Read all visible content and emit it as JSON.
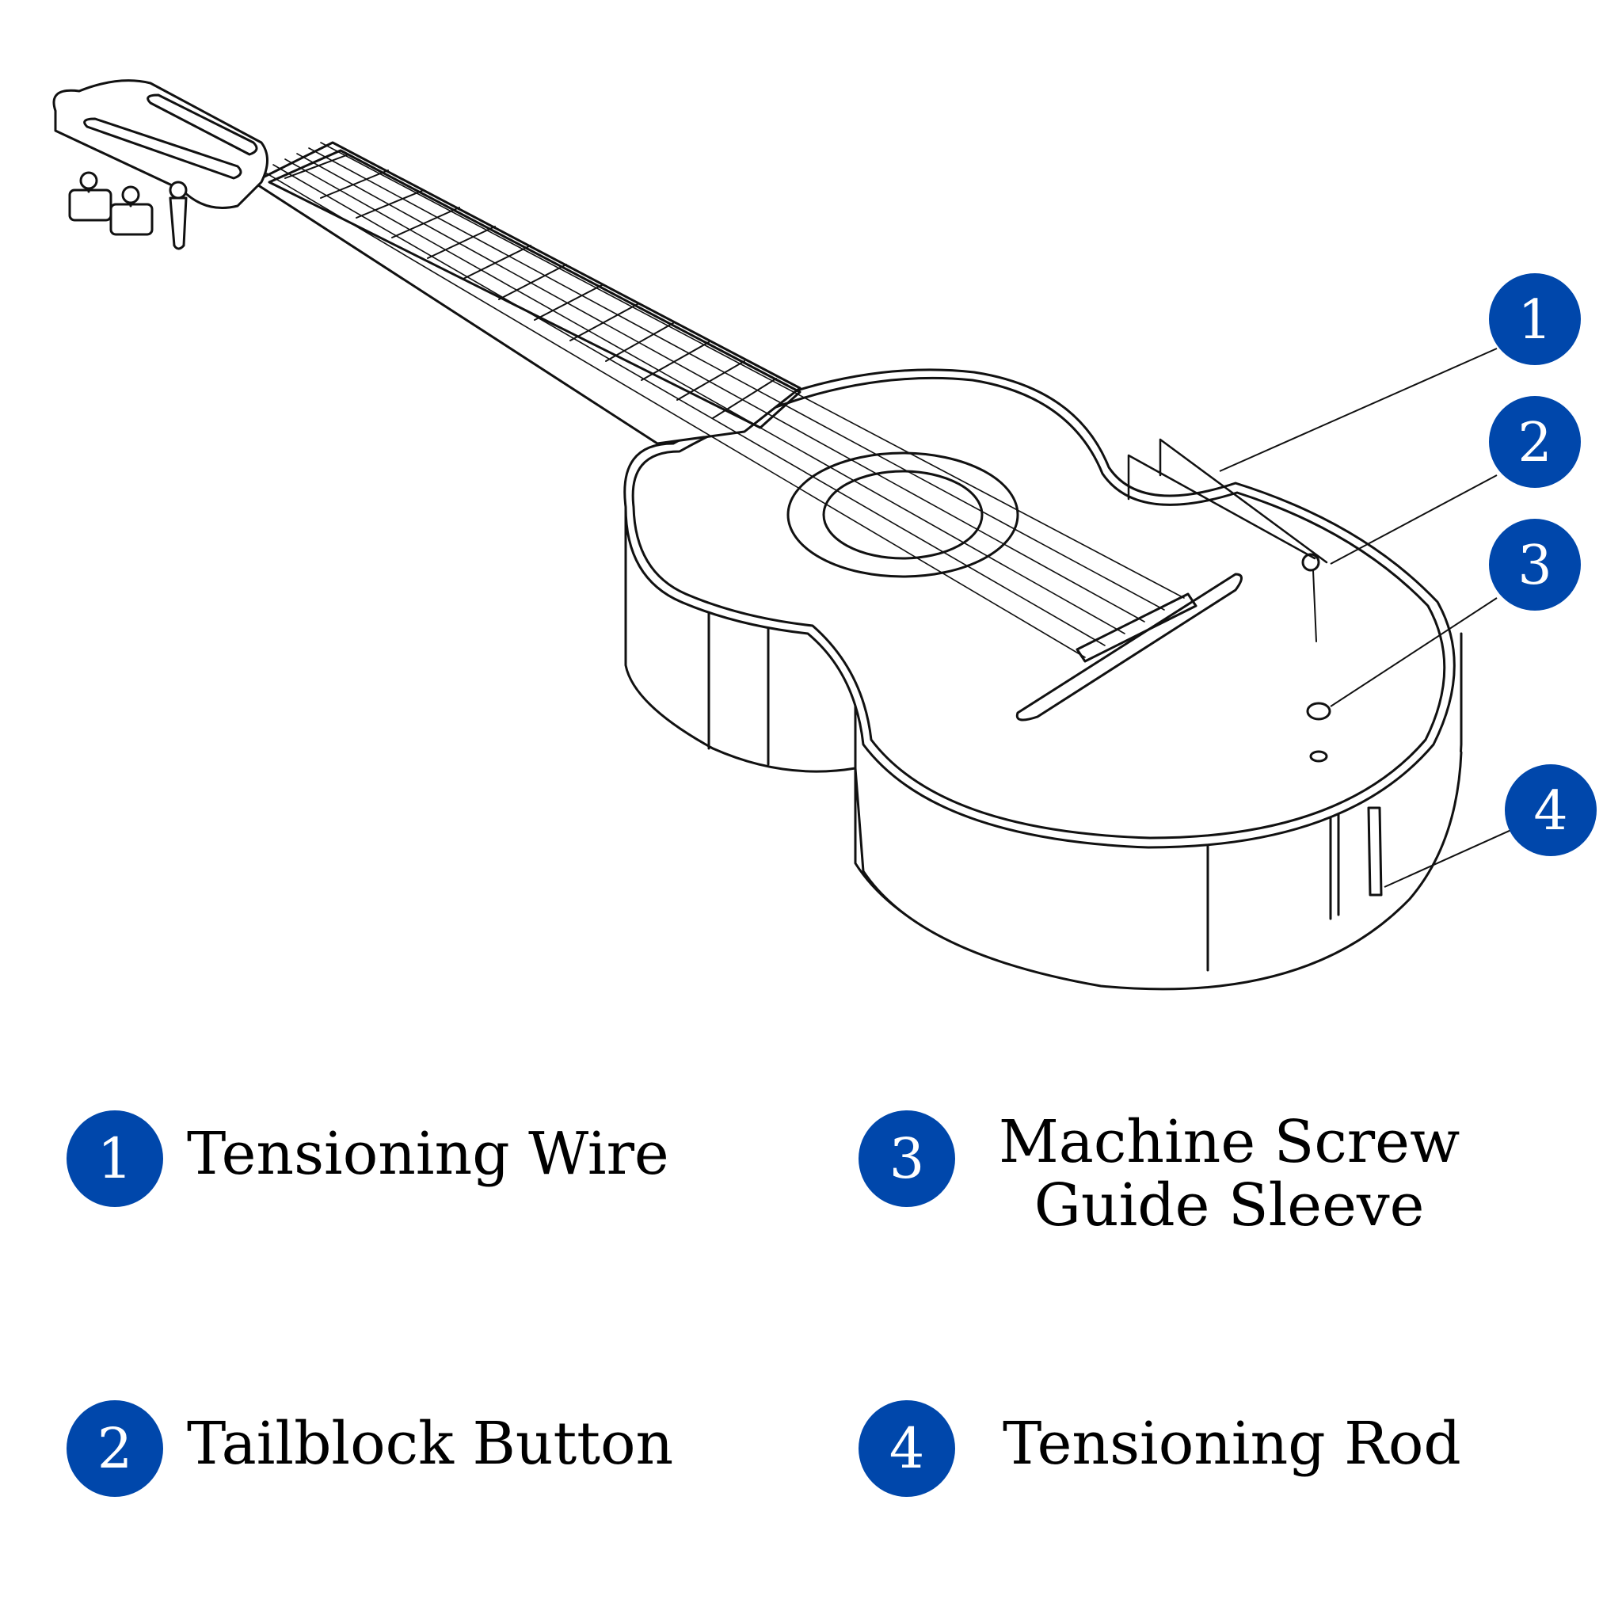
{
  "colors": {
    "badge": "#0047ab",
    "line": "#111111",
    "background": "#ffffff"
  },
  "callouts": [
    {
      "number": "1",
      "name": "Tensioning Wire"
    },
    {
      "number": "2",
      "name": "Tailblock Button"
    },
    {
      "number": "3",
      "name": "Machine Screw\nGuide Sleeve"
    },
    {
      "number": "4",
      "name": "Tensioning Rod"
    }
  ],
  "legend": [
    {
      "number": "1",
      "label": "Tensioning Wire"
    },
    {
      "number": "3",
      "label": "Machine Screw\nGuide Sleeve"
    },
    {
      "number": "2",
      "label": "Tailblock Button"
    },
    {
      "number": "4",
      "label": "Tensioning Rod"
    }
  ]
}
